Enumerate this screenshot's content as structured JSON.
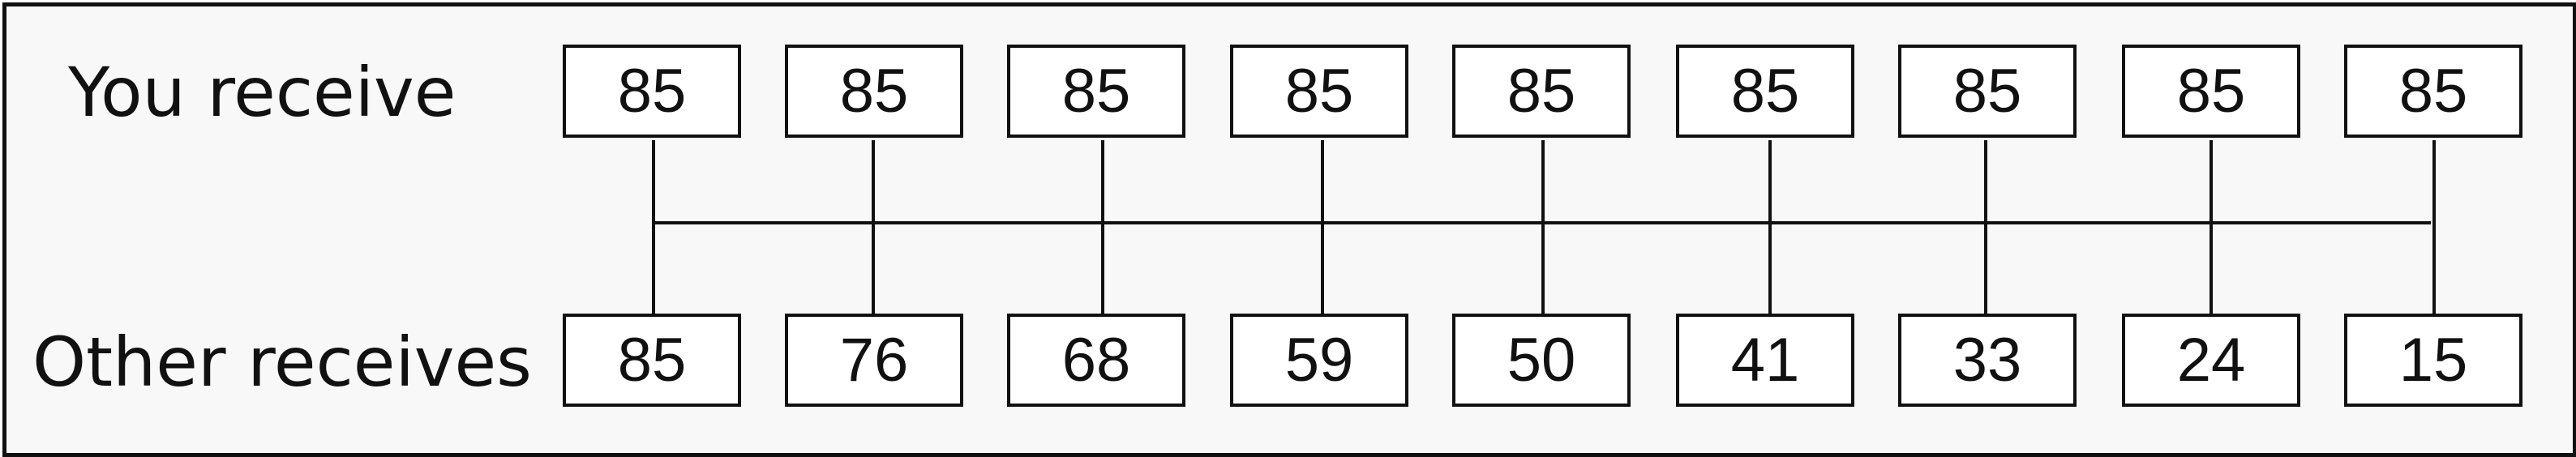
{
  "labels": {
    "top_row": "You receive",
    "bottom_row": "Other receives"
  },
  "options": [
    {
      "you": "85",
      "other": "85"
    },
    {
      "you": "85",
      "other": "76"
    },
    {
      "you": "85",
      "other": "68"
    },
    {
      "you": "85",
      "other": "59"
    },
    {
      "you": "85",
      "other": "50"
    },
    {
      "you": "85",
      "other": "41"
    },
    {
      "you": "85",
      "other": "33"
    },
    {
      "you": "85",
      "other": "24"
    },
    {
      "you": "85",
      "other": "15"
    }
  ],
  "colors": {
    "stroke": "#111111",
    "panel_background": "#f8f8f8",
    "box_background": "#ffffff"
  }
}
